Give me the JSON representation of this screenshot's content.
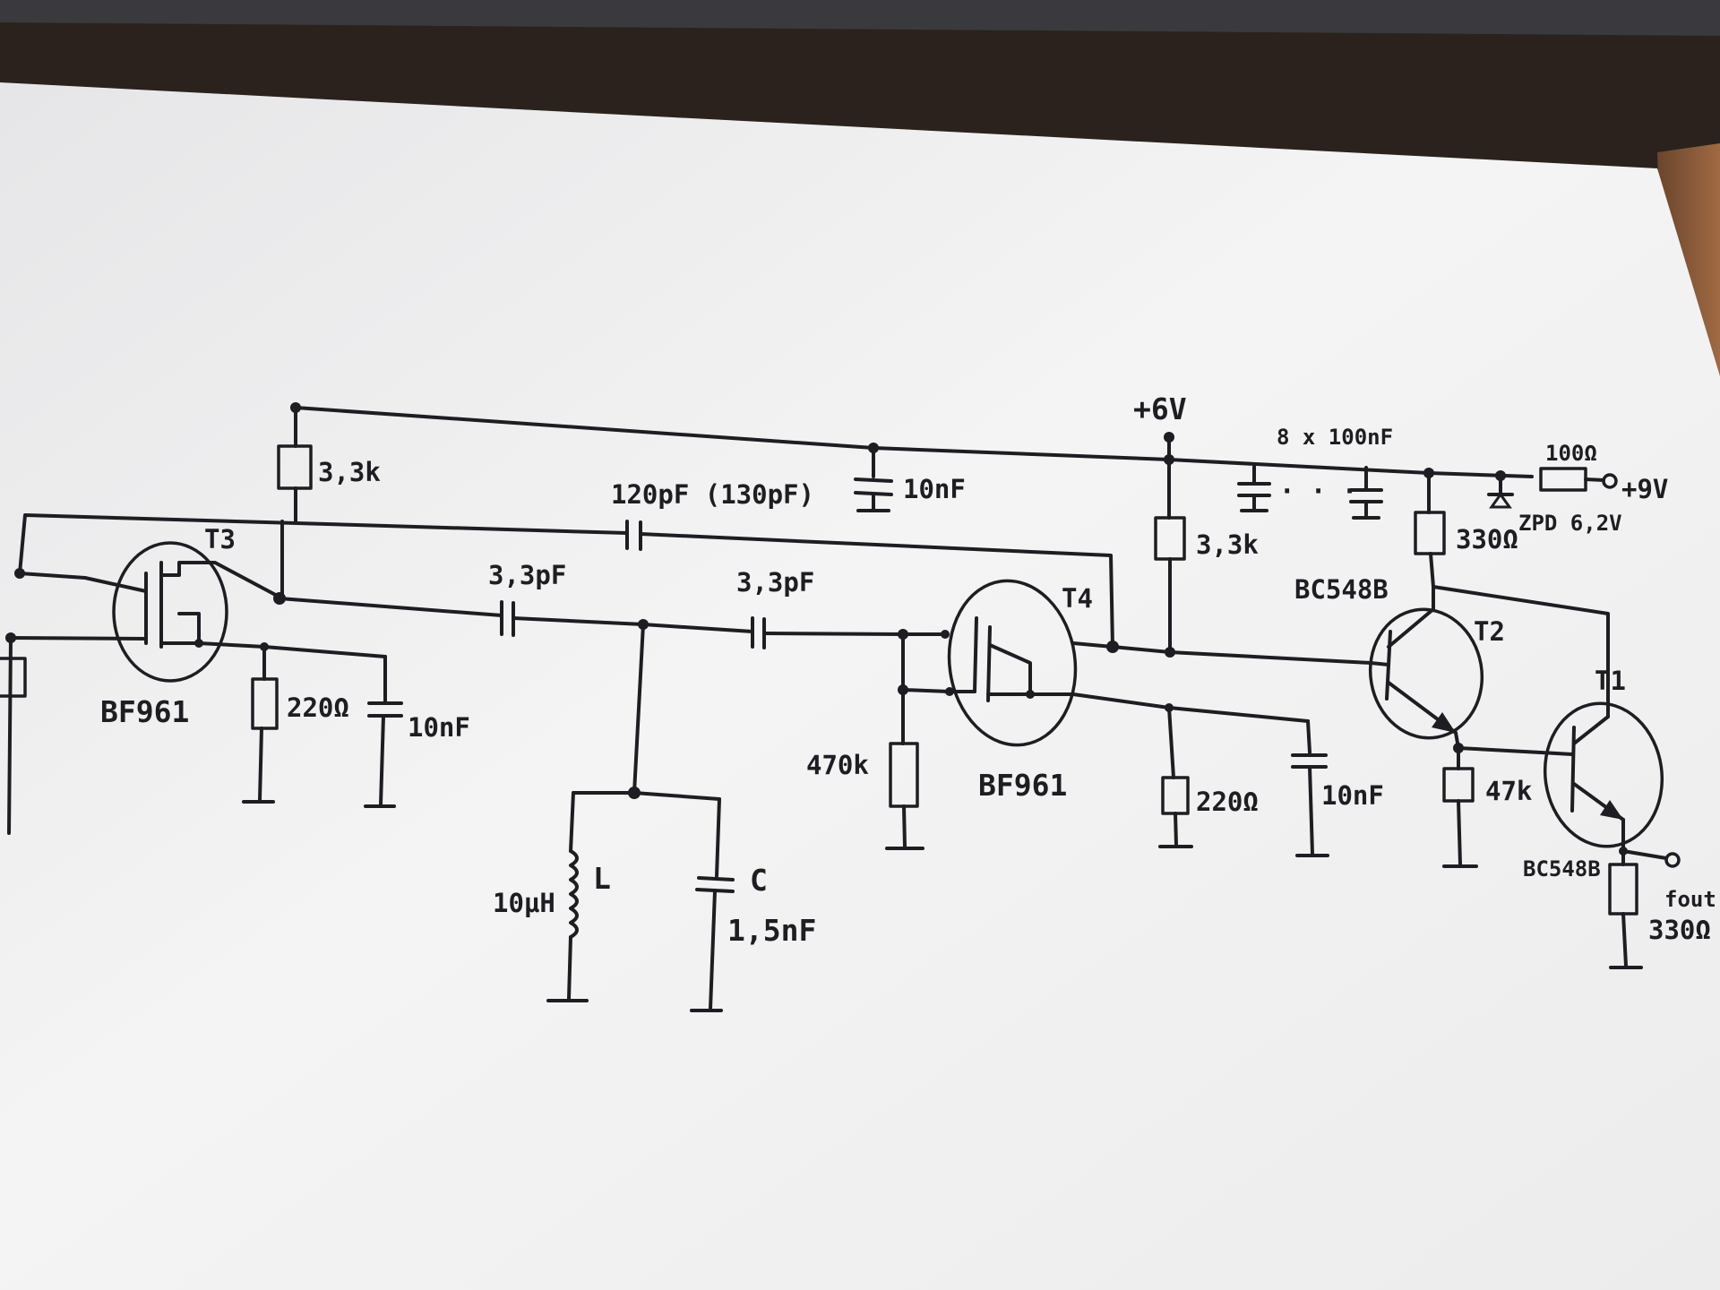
{
  "schematic": {
    "supply_rail_label": "+6V",
    "cap_bank_label": "8 x 100nF",
    "supply_input_label": "+9V",
    "series_resistor_label": "100Ω",
    "zener_label": "ZPD 6,2V",
    "rail_cap_label": "10nF",
    "feedback_cap_label": "120pF (130pF)",
    "t3": {
      "name": "T3",
      "part": "BF961",
      "drain_resistor": "3,3k",
      "source_resistor": "220Ω",
      "source_cap": "10nF"
    },
    "t4": {
      "name": "T4",
      "part": "BF961",
      "drain_resistor": "3,3k",
      "gate_resistor": "470k",
      "source_resistor": "220Ω",
      "source_cap": "10nF"
    },
    "coupling_cap_left": "3,3pF",
    "coupling_cap_right": "3,3pF",
    "tank": {
      "inductor_name": "L",
      "inductor_value": "10µH",
      "cap_name": "C",
      "cap_value": "1,5nF"
    },
    "t2": {
      "name": "T2",
      "part": "BC548B",
      "collector_resistor": "330Ω",
      "emitter_resistor": "47k"
    },
    "t1": {
      "name": "T1",
      "part": "BC548B",
      "emitter_resistor": "330Ω"
    },
    "output_label": "fout",
    "dots": "· · ·"
  },
  "colors": {
    "paper": "#f2f2f2",
    "ink": "#1d1d22",
    "background": "#2a211c",
    "wood": "#8a5a3a"
  }
}
